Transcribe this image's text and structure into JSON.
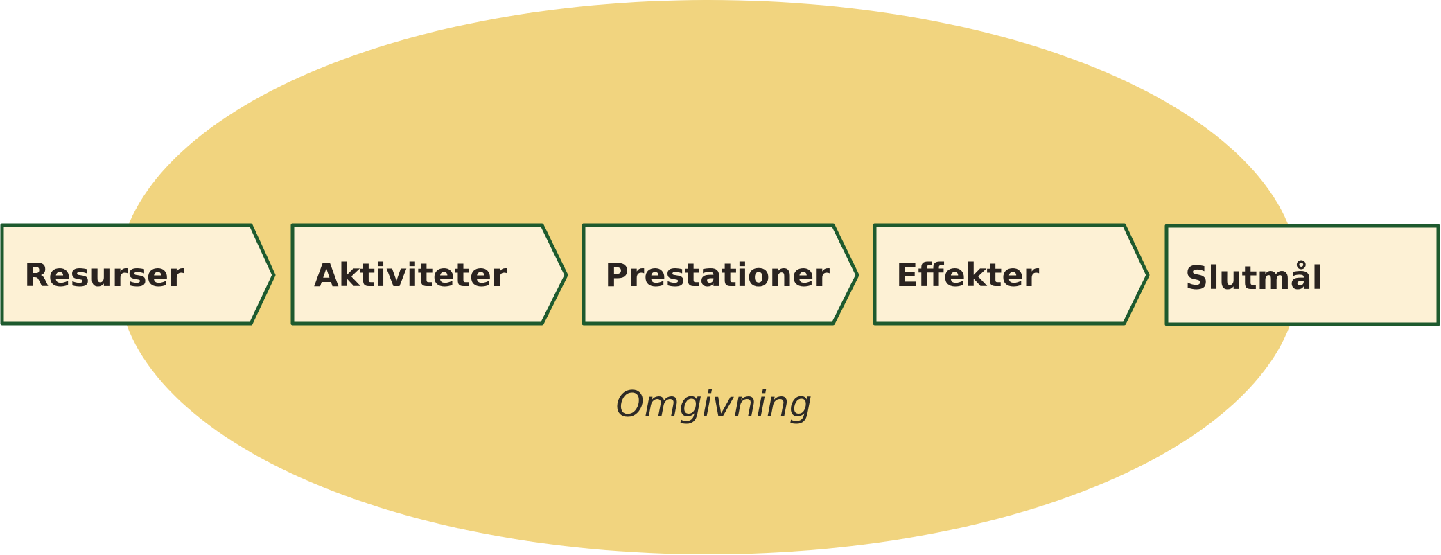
{
  "diagram": {
    "steps": [
      {
        "label": "Resurser"
      },
      {
        "label": "Aktiviteter"
      },
      {
        "label": "Prestationer"
      },
      {
        "label": "Effekter"
      },
      {
        "label": "Slutmål"
      }
    ],
    "environment": {
      "label": "Omgivning"
    }
  },
  "colors": {
    "ellipse_fill": "#f1d47f",
    "box_fill": "#fdf1d5",
    "box_stroke": "#1e5a2e",
    "text": "#2a2320",
    "env_text": "#2d2a26"
  }
}
